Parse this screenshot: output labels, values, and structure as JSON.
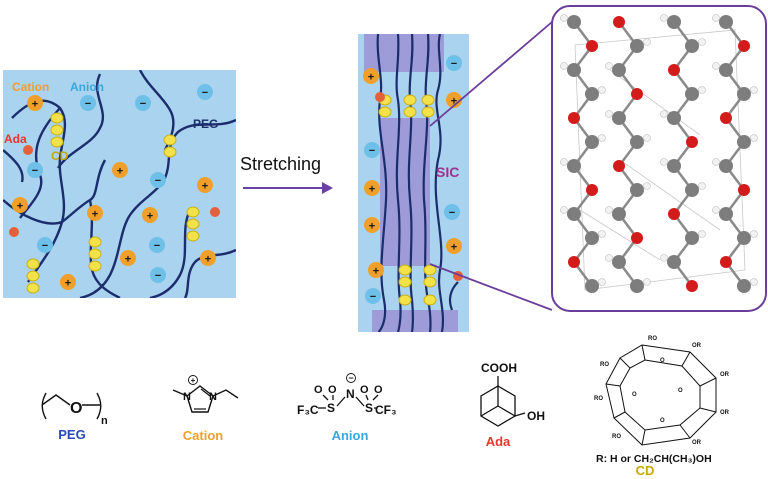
{
  "left_panel": {
    "labels": {
      "cation": "Cation",
      "anion": "Anion",
      "peg": "PEG",
      "ada": "Ada",
      "cd": "CD"
    }
  },
  "arrow": {
    "label": "Stretching"
  },
  "middle_panel": {
    "sic_label": "SIC"
  },
  "ion_signs": {
    "plus": "+",
    "minus": "−"
  },
  "legend": {
    "peg": {
      "name": "PEG",
      "formula_atom": "O",
      "subscript": "n"
    },
    "cation": {
      "name": "Cation",
      "atom_n": "N",
      "charge": "+"
    },
    "anion": {
      "name": "Anion",
      "left_group": "F₃C",
      "right_group": "CF₃",
      "atom_s": "S",
      "atom_n": "N",
      "atom_o": "O",
      "charge": "−"
    },
    "ada": {
      "name": "Ada",
      "top_group": "COOH",
      "side_group": "OH"
    },
    "cd": {
      "name": "CD",
      "substituent": "R: H or CH₂CH(CH₃)OH",
      "ring_atom": "O",
      "ro": "RO",
      "or": "OR"
    }
  },
  "colors": {
    "panel_blue": "#a9d3ee",
    "chain_navy": "#1c2d6e",
    "cation_orange": "#f0a02a",
    "anion_blue": "#6ec0e8",
    "cd_yellow": "#f3e14a",
    "ada_red": "#e3603a",
    "sic_purple": "#9b8ad0",
    "frame_purple": "#6a3d9a",
    "arrow_purple": "#6b3fa8",
    "atom_red": "#d21b1b",
    "atom_gray": "#7d7d7d",
    "text_blue": "#2a4ab8",
    "text_orange": "#f0a02a",
    "text_cyan": "#3aa6e0",
    "text_red": "#e8362e",
    "text_gold": "#c8a800",
    "text_magenta": "#a0328c"
  }
}
